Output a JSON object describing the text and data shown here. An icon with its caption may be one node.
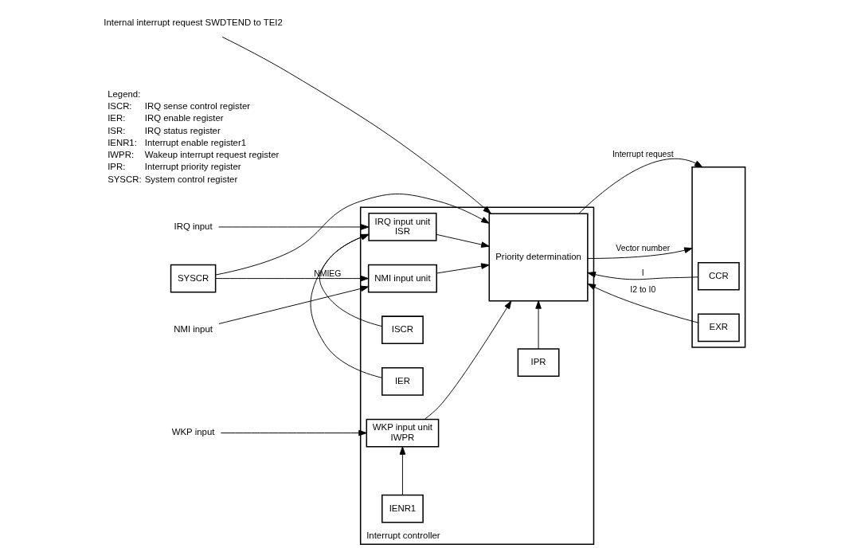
{
  "diagram": {
    "nodes": [
      {
        "text": [
          "SYSCR"
        ]
      },
      {
        "text": [
          "Interrupt controller"
        ]
      },
      {
        "text": [],
        "shape": "box"
      },
      {
        "text": [
          "NMI input"
        ]
      },
      {
        "text": [
          "NMI input unit"
        ],
        "in": 1
      },
      {
        "text": [
          "Priority determination"
        ],
        "in": 1
      },
      {
        "text": [
          "IRQ input"
        ]
      },
      {
        "text": [
          "IRQ input unit",
          "ISR"
        ],
        "in": 1
      },
      {
        "text": [
          "ISCR"
        ],
        "in": 1
      },
      {
        "text": [
          "IER"
        ],
        "in": 1
      },
      {
        "text": [
          "WKP input"
        ]
      },
      {
        "text": [
          "WKP input unit",
          "IWPR"
        ],
        "in": 1
      },
      {
        "text": [
          "IENR1"
        ],
        "in": 1
      },
      {
        "text": [
          "CCR"
        ],
        "in": 2
      },
      {
        "text": [
          "EXR"
        ],
        "in": 2
      },
      {
        "text": [
          "Internal interrupt request SWDTEND to TEI2"
        ]
      },
      {
        "text": [
          "IPR"
        ],
        "in": 1
      }
    ],
    "edges": [
      {
        "from": 0,
        "to": 5,
        "arrow": "to"
      },
      {
        "from": 0,
        "to": 4,
        "arrow": "to",
        "label": "NMIEG"
      },
      {
        "from": 3,
        "to": 4,
        "arrow": "to"
      },
      {
        "from": 4,
        "to": 5,
        "arrow": "to"
      },
      {
        "from": 5,
        "to": 2,
        "arrow": "to",
        "label": "Interrupt request"
      },
      {
        "from": 6,
        "to": 7,
        "arrow": "to"
      },
      {
        "from": 7,
        "to": 5,
        "arrow": "to"
      },
      {
        "from": 5,
        "to": 2,
        "arrow": "to",
        "label": "Vector number"
      },
      {
        "from": 8,
        "to": 7,
        "arrow": "to"
      },
      {
        "from": 9,
        "to": 7,
        "arrow": "to"
      },
      {
        "from": 10,
        "to": 11,
        "arrow": "to"
      },
      {
        "from": 11,
        "to": 5,
        "arrow": "to"
      },
      {
        "from": 12,
        "to": 11,
        "arrow": "to"
      },
      {
        "from": 13,
        "to": 5,
        "arrow": "to",
        "label": "I"
      },
      {
        "from": 14,
        "to": 5,
        "arrow": "to",
        "label": "I2 to I0"
      },
      {
        "from": 15,
        "to": 5,
        "arrow": "to"
      },
      {
        "from": 16,
        "to": 5,
        "arrow": "to"
      }
    ],
    "labels": [
      "Legend:",
      "ISCR:",
      "IRQ sense control register",
      "IER:",
      "IRQ enable register",
      "ISR:",
      "IRQ status register",
      "IENR1:",
      "Interrupt enable register1",
      "IWPR:",
      "Wakeup interrupt request register",
      "IPR:",
      "Interrupt priority register",
      "SYSCR:",
      "System control register"
    ]
  }
}
